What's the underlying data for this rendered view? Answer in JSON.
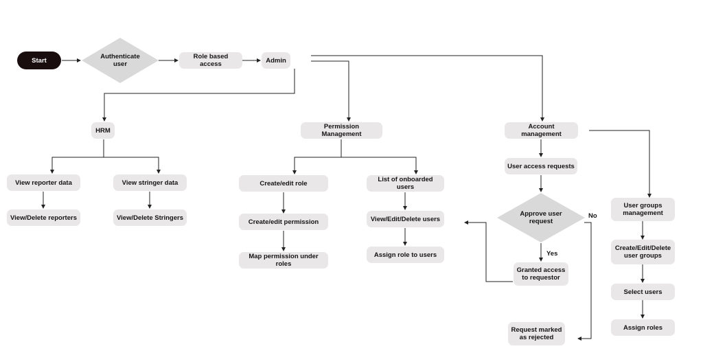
{
  "colors": {
    "node_fill": "#e9e7e7",
    "start_fill": "#1a0d0d",
    "diamond_fill": "#d9d9d9",
    "line": "#222222",
    "text": "#141414"
  },
  "nodes": {
    "start": "Start",
    "authenticate": "Authenticate user",
    "role_access": "Role based access",
    "admin": "Admin",
    "hrm": "HRM",
    "view_reporter": "View reporter data",
    "view_delete_reporters": "View/Delete reporters",
    "view_stringer": "View stringer data",
    "view_delete_stringers": "View/Delete Stringers",
    "permission_mgmt": "Permission Management",
    "create_role": "Create/edit role",
    "create_permission": "Create/edit permission",
    "map_permission": "Map permission under roles",
    "list_onboarded": "List of onboarded users",
    "view_edit_delete_users": "View/Edit/Delete users",
    "assign_role": "Assign role to users",
    "account_mgmt": "Account management",
    "user_access_requests": "User access requests",
    "approve": "Approve user request",
    "granted": "Granted access to requestor",
    "rejected": "Request marked as rejected",
    "user_groups_mgmt": "User groups management",
    "ced_user_groups": "Create/Edit/Delete user groups",
    "select_users": "Select users",
    "assign_roles": "Assign roles"
  },
  "edge_labels": {
    "yes": "Yes",
    "no": "No"
  }
}
